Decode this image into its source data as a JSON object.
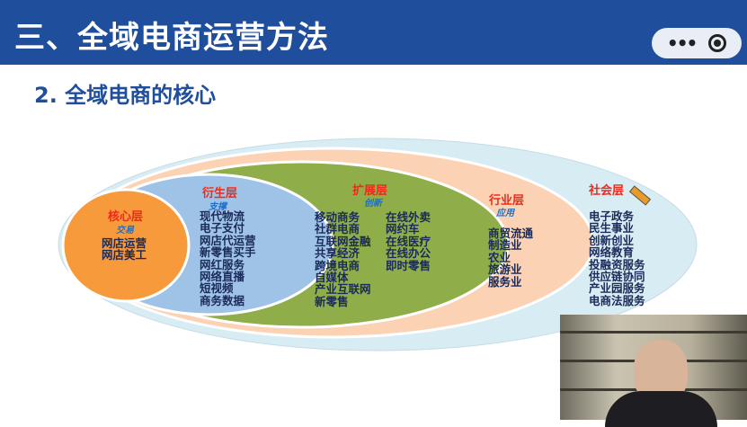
{
  "header": {
    "title": "三、全域电商运营方法"
  },
  "subtitle": "2. 全域电商的核心",
  "colors": {
    "header": "#1f4e9c",
    "core": "#f79a3c",
    "derived": "#9fc3e6",
    "extended": "#8fae4a",
    "industry": "#fbd3b4",
    "society": "#d8ecf3"
  },
  "layers": {
    "core": {
      "title": "核心层",
      "subtitle": "交易",
      "items": [
        "网店运营",
        "网店美工"
      ]
    },
    "derived": {
      "title": "衍生层",
      "subtitle": "支撑",
      "items": [
        "现代物流",
        "电子支付",
        "网店代运营",
        "新零售买手",
        "网红服务",
        "网络直播",
        "短视频",
        "商务数据"
      ]
    },
    "extended": {
      "title": "扩展层",
      "subtitle": "创新",
      "items_left": [
        "移动商务",
        "社群电商",
        "互联网金融",
        "共享经济",
        "跨境电商",
        "自媒体",
        "产业互联网",
        "新零售"
      ],
      "items_right": [
        "在线外卖",
        "网约车",
        "在线医疗",
        "在线办公",
        "即时零售"
      ]
    },
    "industry": {
      "title": "行业层",
      "subtitle": "应用",
      "items": [
        "商贸流通",
        "制造业",
        "农业",
        "旅游业",
        "服务业"
      ]
    },
    "society": {
      "title": "社会层",
      "items": [
        "电子政务",
        "民生事业",
        "创新创业",
        "网络教育",
        "投融资服务",
        "供应链协同",
        "产业园服务",
        "电商法服务"
      ]
    }
  }
}
